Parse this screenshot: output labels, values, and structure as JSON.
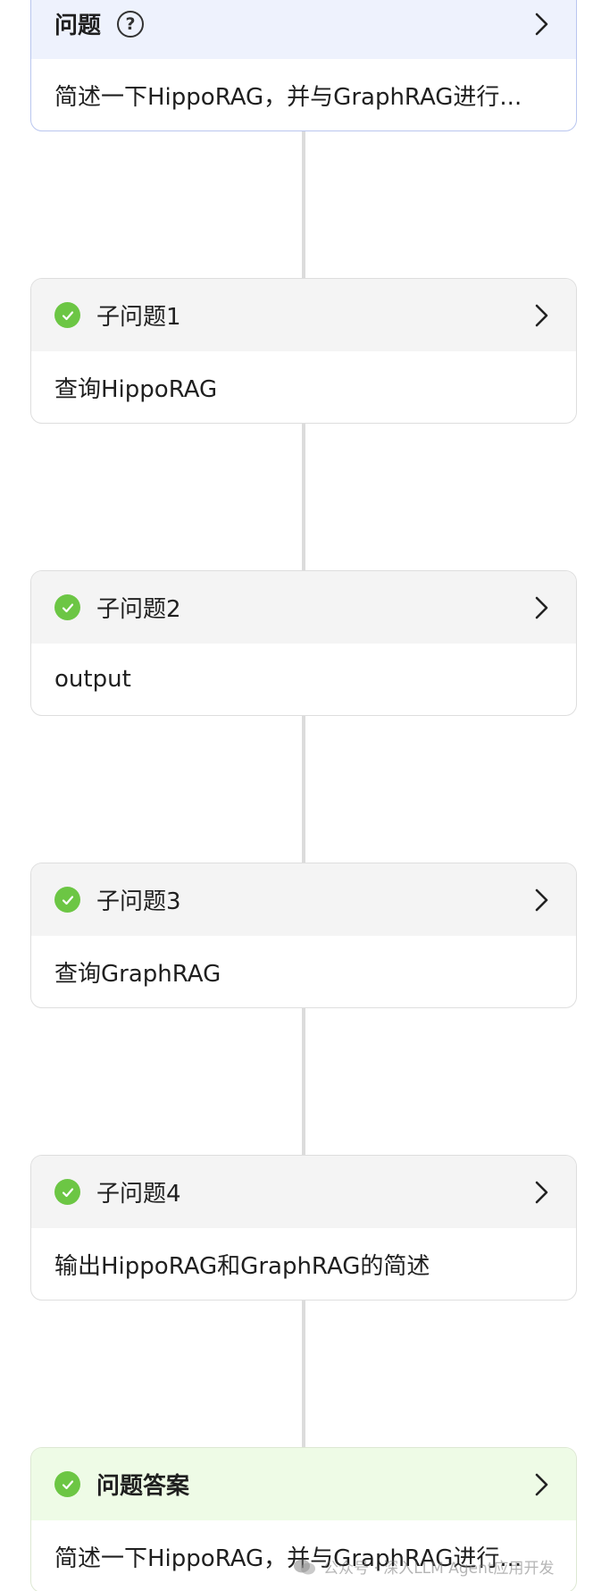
{
  "question": {
    "title": "问题",
    "help_glyph": "?",
    "body": "简述一下HippoRAG，并与GraphRAG进行..."
  },
  "subquestions": [
    {
      "title": "子问题1",
      "body": "查询HippoRAG"
    },
    {
      "title": "子问题2",
      "body": "output"
    },
    {
      "title": "子问题3",
      "body": "查询GraphRAG"
    },
    {
      "title": "子问题4",
      "body": "输出HippoRAG和GraphRAG的简述"
    }
  ],
  "answer": {
    "title": "问题答案",
    "body": "简述一下HippoRAG，并与GraphRAG进行..."
  },
  "watermark": "公众号 · 深入LLM Agent应用开发",
  "icons": {
    "status": "check-circle-icon",
    "help": "question-circle-icon",
    "expand": "chevron-right-icon"
  },
  "colors": {
    "success": "#6cc644",
    "question_header": "#eef2fd",
    "answer_header": "#eefbe6",
    "connector": "#dcdcdc"
  }
}
